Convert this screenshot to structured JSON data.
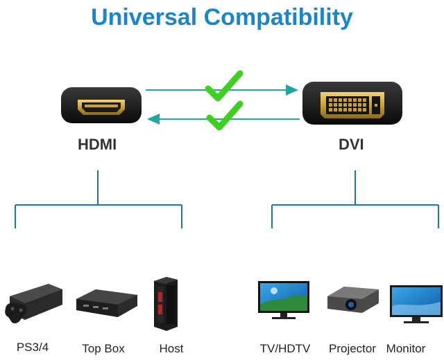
{
  "title": "Universal Compatibility",
  "connectors": {
    "left": "HDMI",
    "right": "DVI"
  },
  "devices_left": [
    "PS3/4",
    "Top Box",
    "Host"
  ],
  "devices_right": [
    "TV/HDTV",
    "Projector",
    "Monitor"
  ],
  "colors": {
    "title": "#1a86c8",
    "lines": "#1a74b8",
    "arrows": "#1fa8a0",
    "check": "#3fcf22",
    "gold": "#c9a233"
  },
  "icons": {
    "hdmi_port": "hdmi-connector-icon",
    "dvi_port": "dvi-connector-icon",
    "check": "check-icon",
    "devices": [
      "game-console-icon",
      "set-top-box-icon",
      "pc-tower-icon",
      "tv-icon",
      "projector-icon",
      "monitor-icon"
    ]
  }
}
